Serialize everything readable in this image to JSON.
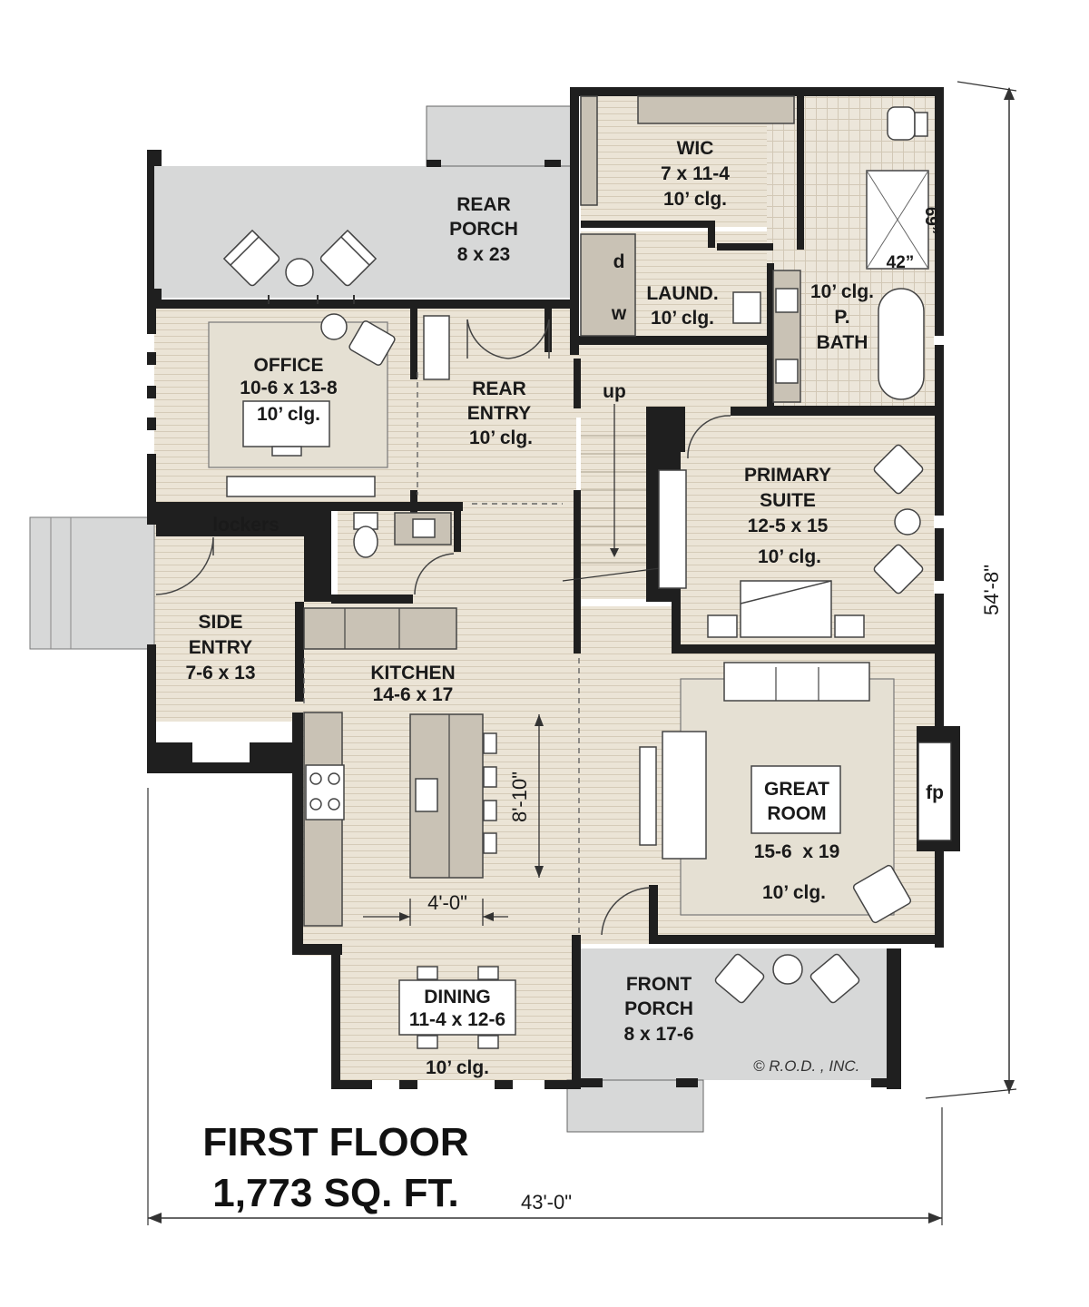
{
  "title": {
    "line1": "FIRST FLOOR",
    "line2": "1,773 SQ. FT."
  },
  "dimensions": {
    "width": "43'-0\"",
    "depth": "54'-8\"",
    "island_length": "8'-10\"",
    "island_gap": "4'-0\""
  },
  "copyright": "© R.O.D. , INC.",
  "rooms": {
    "rear_porch": {
      "name1": "REAR",
      "name2": "PORCH",
      "size": "8 x 23"
    },
    "wic": {
      "name": "WIC",
      "size": "7 x 11-4",
      "ceiling": "10’ clg."
    },
    "laundry": {
      "name": "LAUND.",
      "ceiling": "10’ clg.",
      "dryer": "d",
      "washer": "w"
    },
    "pbath": {
      "ceiling": "10’ clg.",
      "name1": "P.",
      "name2": "BATH",
      "shower_w": "42”",
      "shower_d": "69”"
    },
    "office": {
      "name": "OFFICE",
      "size": "10-6 x 13-8",
      "ceiling": "10’ clg."
    },
    "rear_entry": {
      "name1": "REAR",
      "name2": "ENTRY",
      "ceiling": "10’ clg."
    },
    "stairs": {
      "label": "up"
    },
    "primary_suite": {
      "name1": "PRIMARY",
      "name2": "SUITE",
      "size": "12-5 x 15",
      "ceiling": "10’ clg."
    },
    "lockers": {
      "name": "lockers"
    },
    "side_entry": {
      "name1": "SIDE",
      "name2": "ENTRY",
      "size": "7-6 x 13"
    },
    "kitchen": {
      "name": "KITCHEN",
      "size": "14-6 x 17"
    },
    "great_room": {
      "name1": "GREAT",
      "name2": "ROOM",
      "size": "15-6  x 19",
      "ceiling": "10’ clg.",
      "fireplace": "fp"
    },
    "dining": {
      "name": "DINING",
      "size": "11-4 x 12-6",
      "ceiling": "10’ clg."
    },
    "front_porch": {
      "name1": "FRONT",
      "name2": "PORCH",
      "size": "8 x 17-6"
    }
  },
  "colors": {
    "floor": "#ebe4d6",
    "wall": "#1f1f1f",
    "porch": "#d7d8d8",
    "counter": "#c9c2b5",
    "rug": "#e5e0d3"
  }
}
